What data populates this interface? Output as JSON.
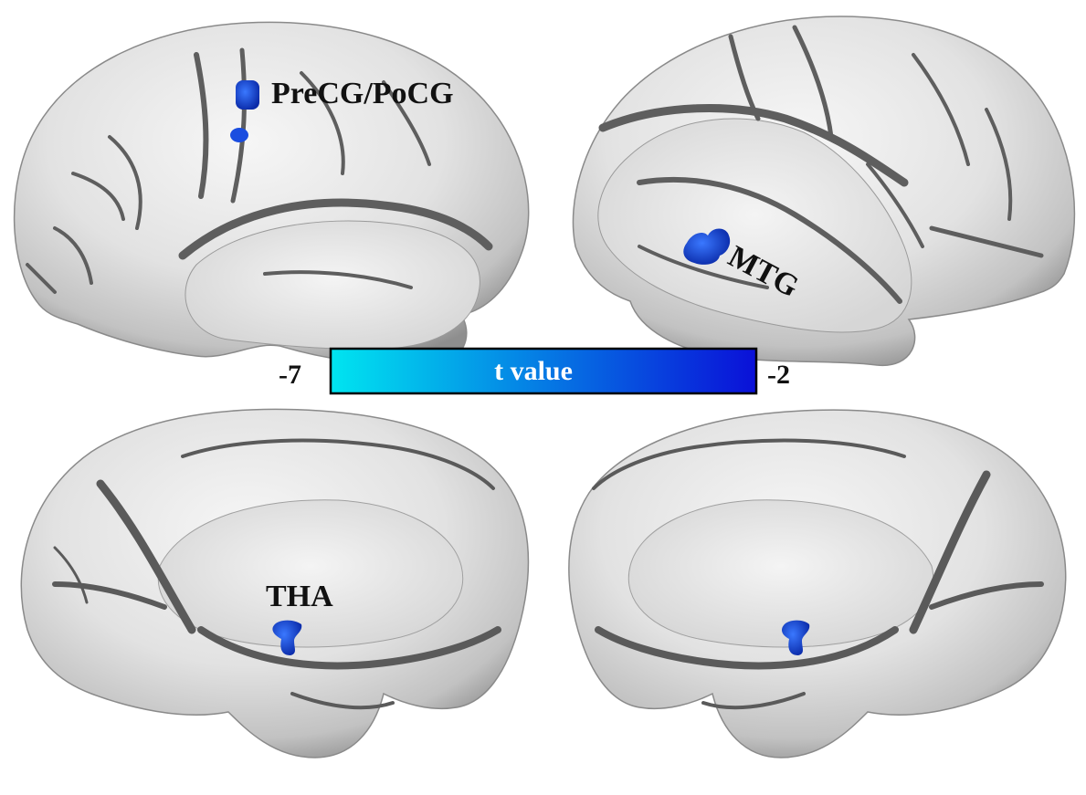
{
  "labels": {
    "precg_pocg": "PreCG/PoCG",
    "mtg": "MTG",
    "tha": "THA"
  },
  "colorbar": {
    "title": "t value",
    "min_label": "-7",
    "max_label": "-2",
    "color_min": "#00e5f0",
    "color_max": "#0a10d8",
    "min": -7,
    "max": -2
  },
  "colors": {
    "cortex": "#e6e6e6",
    "cortex_shadow": "#9a9a9a",
    "sulcus": "#5a5a5a",
    "activation": "#1550e0",
    "activation_dark": "#0a2aa8"
  },
  "views": [
    "left-lateral",
    "right-lateral",
    "left-medial",
    "right-medial"
  ]
}
